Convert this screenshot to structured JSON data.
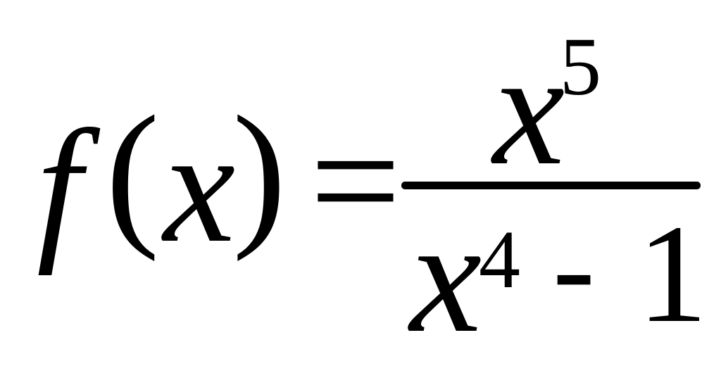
{
  "formula": {
    "function_name": "f",
    "open_paren": "(",
    "argument": "x",
    "close_paren": ")",
    "equals": "=",
    "numerator": {
      "base": "x",
      "exponent": "5"
    },
    "denominator": {
      "base": "x",
      "exponent": "4",
      "operator": "-",
      "constant": "1"
    }
  },
  "colors": {
    "text": "#000000",
    "background": "#ffffff"
  }
}
